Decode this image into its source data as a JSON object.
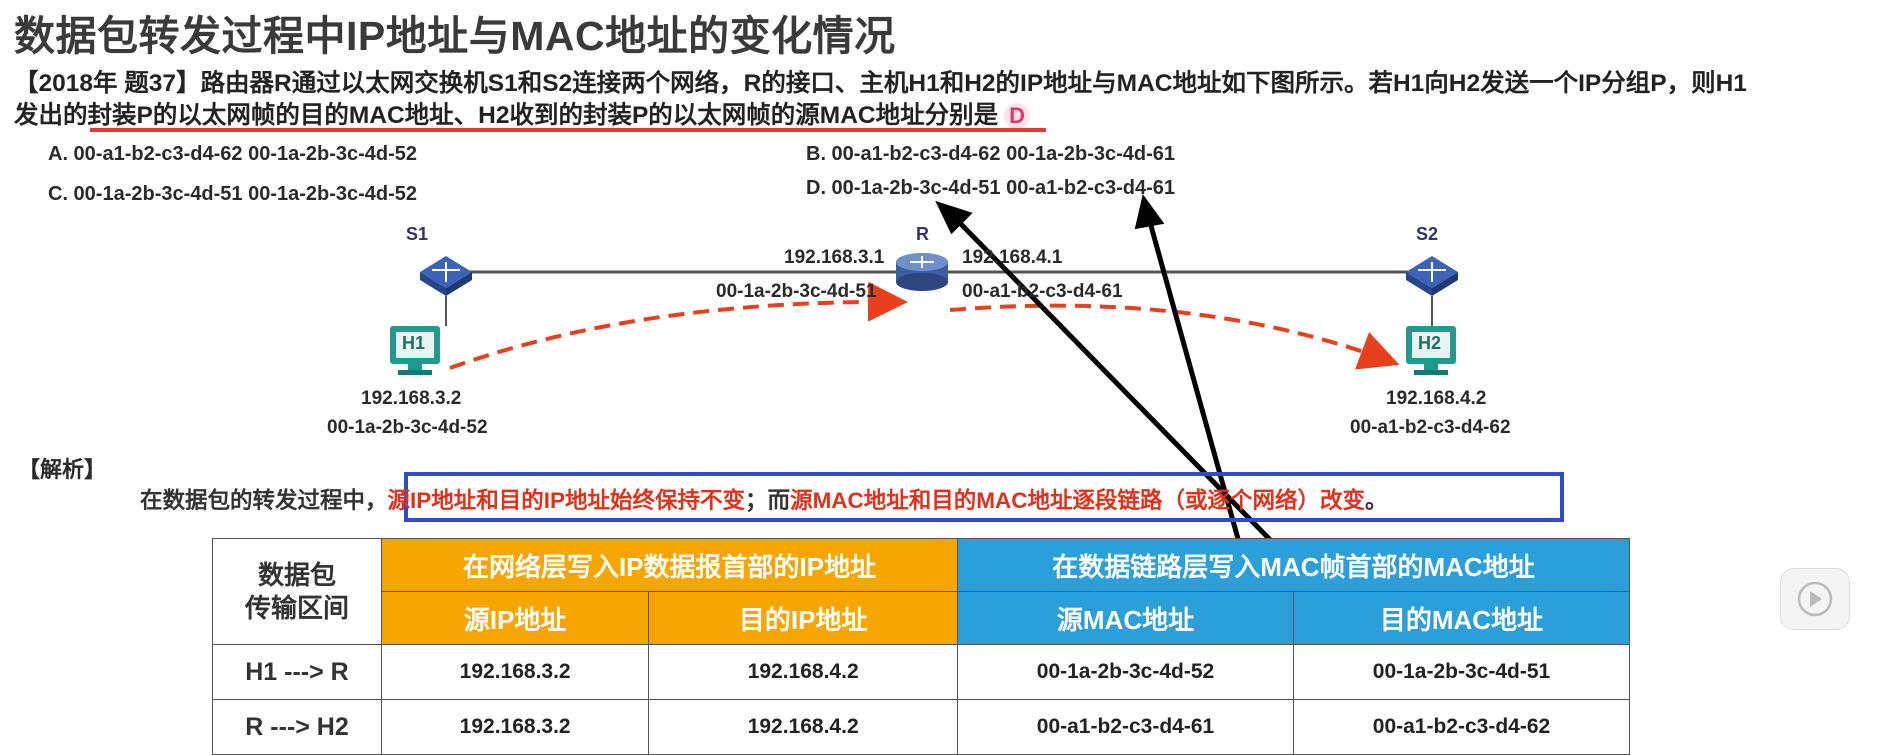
{
  "title": "数据包转发过程中IP地址与MAC地址的变化情况",
  "question": {
    "line1": "【2018年 题37】路由器R通过以太网交换机S1和S2连接两个网络，R的接口、主机H1和H2的IP地址与MAC地址如下图所示。若H1向H2发送一个IP分组P，则H1",
    "line2": "发出的封装P的以太网帧的目的MAC地址、H2收到的封装P的以太网帧的源MAC地址分别是",
    "answer": "D"
  },
  "options": {
    "A": "A. 00-a1-b2-c3-d4-62   00-1a-2b-3c-4d-52",
    "B": "B. 00-a1-b2-c3-d4-62   00-1a-2b-3c-4d-61",
    "C": "C. 00-1a-2b-3c-4d-51   00-1a-2b-3c-4d-52",
    "D": "D. 00-1a-2b-3c-4d-51   00-a1-b2-c3-d4-61"
  },
  "diagram": {
    "s1": "S1",
    "s2": "S2",
    "r": "R",
    "h1": "H1",
    "h2": "H2",
    "r_left_ip": "192.168.3.1",
    "r_left_mac": "00-1a-2b-3c-4d-51",
    "r_right_ip": "192.168.4.1",
    "r_right_mac": "00-a1-b2-c3-d4-61",
    "h1_ip": "192.168.3.2",
    "h1_mac": "00-1a-2b-3c-4d-52",
    "h2_ip": "192.168.4.2",
    "h2_mac": "00-a1-b2-c3-d4-62"
  },
  "analysis": {
    "heading": "【解析】",
    "prefix": "在数据包的转发过程中，",
    "part1": "源IP地址和目的IP地址始终保持不变",
    "sep": "；而",
    "part2": "源MAC地址和目的MAC地址逐段链路（或逐个网络）改变",
    "end": "。"
  },
  "table": {
    "corner_l1": "数据包",
    "corner_l2": "传输区间",
    "group_ip": "在网络层写入IP数据报首部的IP地址",
    "group_mac": "在数据链路层写入MAC帧首部的MAC地址",
    "cols": [
      "源IP地址",
      "目的IP地址",
      "源MAC地址",
      "目的MAC地址"
    ],
    "rows": [
      {
        "label": "H1 ---> R",
        "cells": [
          "192.168.3.2",
          "192.168.4.2",
          "00-1a-2b-3c-4d-52",
          "00-1a-2b-3c-4d-51"
        ]
      },
      {
        "label": "R  ---> H2",
        "cells": [
          "192.168.3.2",
          "192.168.4.2",
          "00-a1-b2-c3-d4-61",
          "00-a1-b2-c3-d4-62"
        ]
      }
    ]
  },
  "colors": {
    "highlight_red": "#e0311b",
    "box_blue": "#2f49d1",
    "header_orange": "#f7a500",
    "header_blue": "#2b9fd9",
    "arrow_red": "#e8401c"
  }
}
